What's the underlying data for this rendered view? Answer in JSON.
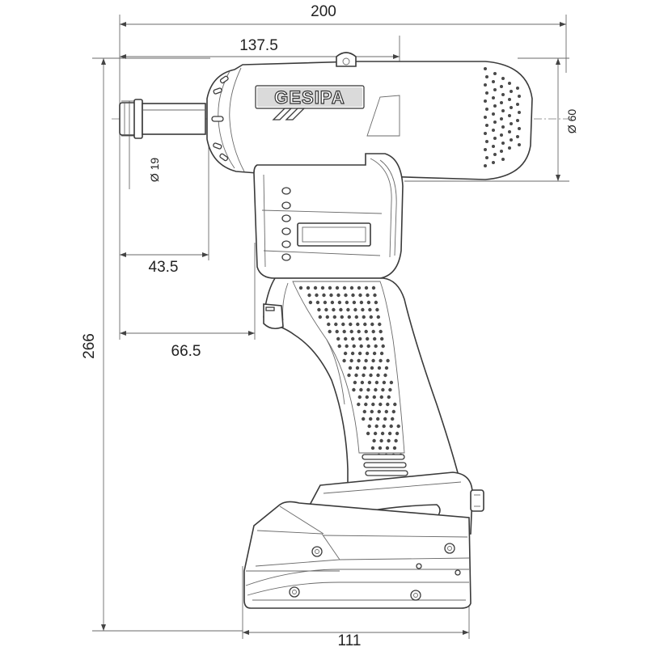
{
  "dimensions": {
    "overall_length": "200",
    "nose_to_handle_back": "137.5",
    "head_diameter": "Ø 60",
    "nose_diameter": "Ø 19",
    "nose_to_handle_front": "43.5",
    "nose_to_trigger": "66.5",
    "overall_height": "266",
    "battery_width": "111"
  },
  "brand": {
    "logo": "GESIPA"
  },
  "colors": {
    "line": "#3c3c3c",
    "dot": "#4a4a4a",
    "background": "#ffffff"
  }
}
